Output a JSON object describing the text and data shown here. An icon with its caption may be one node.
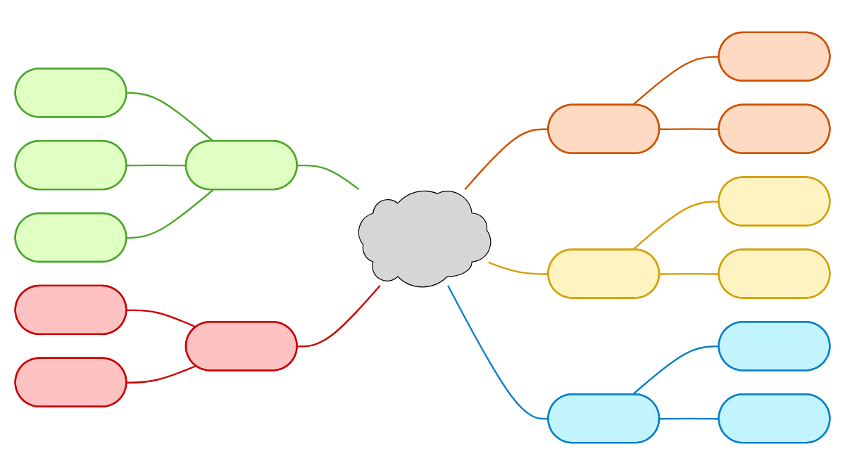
{
  "diagram": {
    "nodes": [
      {
        "text": [],
        "shape": "cloud"
      },
      {
        "text": [],
        "shape": "pill"
      },
      {
        "text": [],
        "shape": "pill"
      },
      {
        "text": [],
        "shape": "pill"
      },
      {
        "text": [],
        "shape": "pill"
      },
      {
        "text": [],
        "shape": "pill"
      },
      {
        "text": [],
        "shape": "pill"
      },
      {
        "text": [],
        "shape": "pill"
      },
      {
        "text": [],
        "shape": "pill"
      },
      {
        "text": [],
        "shape": "pill"
      },
      {
        "text": [],
        "shape": "pill"
      },
      {
        "text": [],
        "shape": "pill"
      },
      {
        "text": [],
        "shape": "pill"
      },
      {
        "text": [],
        "shape": "pill"
      },
      {
        "text": [],
        "shape": "pill"
      },
      {
        "text": [],
        "shape": "pill"
      },
      {
        "text": [],
        "shape": "pill"
      }
    ],
    "edges": [
      {
        "from": 0,
        "to": 1,
        "arrow": "none",
        "color": "#cc5200"
      },
      {
        "from": 1,
        "to": 2,
        "arrow": "none",
        "color": "#cc5200"
      },
      {
        "from": 1,
        "to": 3,
        "arrow": "none",
        "color": "#cc5200"
      },
      {
        "from": 0,
        "to": 4,
        "arrow": "none",
        "color": "#d4a106"
      },
      {
        "from": 4,
        "to": 5,
        "arrow": "none",
        "color": "#d4a106"
      },
      {
        "from": 4,
        "to": 6,
        "arrow": "none",
        "color": "#d4a106"
      },
      {
        "from": 0,
        "to": 7,
        "arrow": "none",
        "color": "#0a80cc"
      },
      {
        "from": 7,
        "to": 8,
        "arrow": "none",
        "color": "#0a80cc"
      },
      {
        "from": 7,
        "to": 9,
        "arrow": "none",
        "color": "#0a80cc"
      },
      {
        "from": 10,
        "to": 0,
        "arrow": "none",
        "color": "#4ea72e"
      },
      {
        "from": 11,
        "to": 10,
        "arrow": "none",
        "color": "#4ea72e"
      },
      {
        "from": 12,
        "to": 10,
        "arrow": "none",
        "color": "#4ea72e"
      },
      {
        "from": 13,
        "to": 10,
        "arrow": "none",
        "color": "#4ea72e"
      },
      {
        "from": 14,
        "to": 0,
        "arrow": "none",
        "color": "#cc0000"
      },
      {
        "from": 15,
        "to": 14,
        "arrow": "none",
        "color": "#cc0000"
      },
      {
        "from": 16,
        "to": 14,
        "arrow": "none",
        "color": "#cc0000"
      }
    ]
  }
}
